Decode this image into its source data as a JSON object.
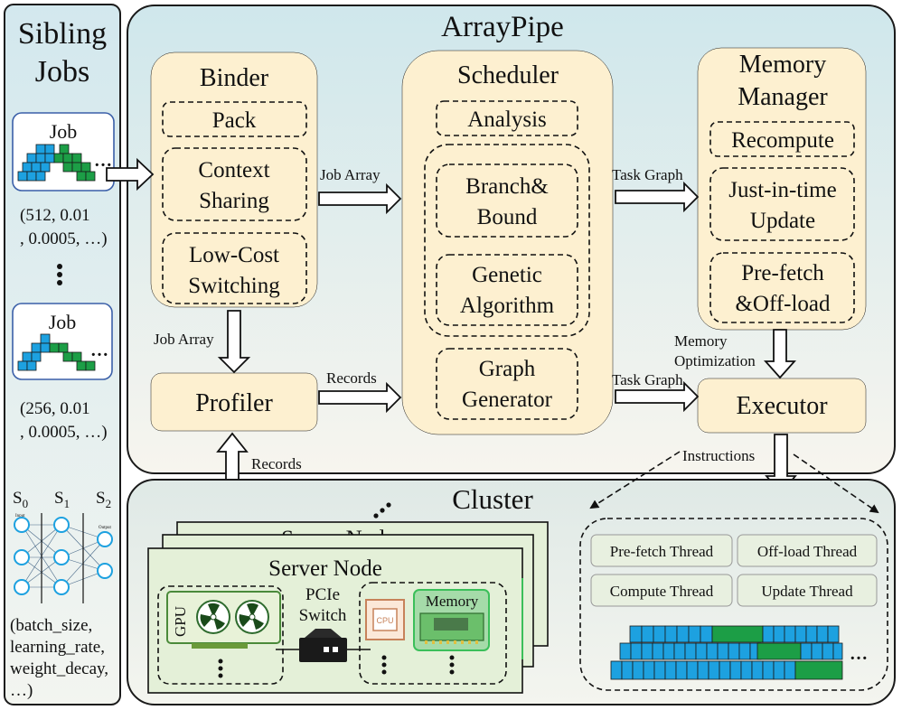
{
  "sibling": {
    "title_line1": "Sibling",
    "title_line2": "Jobs",
    "job1_label": "Job",
    "job1_params_line1": "(512, 0.01",
    "job1_params_line2": ", 0.0005, …)",
    "job2_label": "Job",
    "job2_params_line1": "(256, 0.01",
    "job2_params_line2": ", 0.0005, …)",
    "ellipsis": "…",
    "s0": "S",
    "s0_sub": "0",
    "s1": "S",
    "s1_sub": "1",
    "s2": "S",
    "s2_sub": "2",
    "input_tag": "Input",
    "output_tag": "Output",
    "hyper_line1": "(batch_size,",
    "hyper_line2": "learning_rate,",
    "hyper_line3": "weight_decay,",
    "hyper_line4": "…)"
  },
  "arraypipe": {
    "title": "ArrayPipe",
    "binder": {
      "title": "Binder",
      "pack": "Pack",
      "context_line1": "Context",
      "context_line2": "Sharing",
      "lowcost_line1": "Low-Cost",
      "lowcost_line2": "Switching"
    },
    "scheduler": {
      "title": "Scheduler",
      "analysis": "Analysis",
      "branch_line1": "Branch&",
      "branch_line2": "Bound",
      "genetic_line1": "Genetic",
      "genetic_line2": "Algorithm",
      "graph_line1": "Graph",
      "graph_line2": "Generator"
    },
    "memory": {
      "title_line1": "Memory",
      "title_line2": "Manager",
      "recompute": "Recompute",
      "jit_line1": "Just-in-time",
      "jit_line2": "Update",
      "prefetch_line1": "Pre-fetch",
      "prefetch_line2": "&Off-load"
    },
    "profiler": "Profiler",
    "executor": "Executor"
  },
  "edges": {
    "job_array_top": "Job Array",
    "task_graph_top": "Task Graph",
    "job_array_side": "Job Array",
    "records_mid": "Records",
    "task_graph_bottom": "Task Graph",
    "memory_opt_line1": "Memory",
    "memory_opt_line2": "Optimization",
    "records_bottom": "Records",
    "instructions": "Instructions"
  },
  "cluster": {
    "title": "Cluster",
    "server_back": "Server Node",
    "server_front": "Server Node",
    "gpu": "GPU",
    "pcie_line1": "PCIe",
    "pcie_line2": "Switch",
    "cpu": "CPU",
    "memory": "Memory",
    "threads": {
      "prefetch": "Pre-fetch Thread",
      "offload": "Off-load Thread",
      "compute": "Compute Thread",
      "update": "Update Thread"
    }
  },
  "colors": {
    "component_fill": "#fdf0d0",
    "panel_border": "#1a1a1a",
    "block_blue": "#1da1e0",
    "block_green": "#1c9e46",
    "node_green": "#e4f0d8",
    "node_line": "#2e8b3e",
    "thread_fill": "#e8f0e0"
  }
}
